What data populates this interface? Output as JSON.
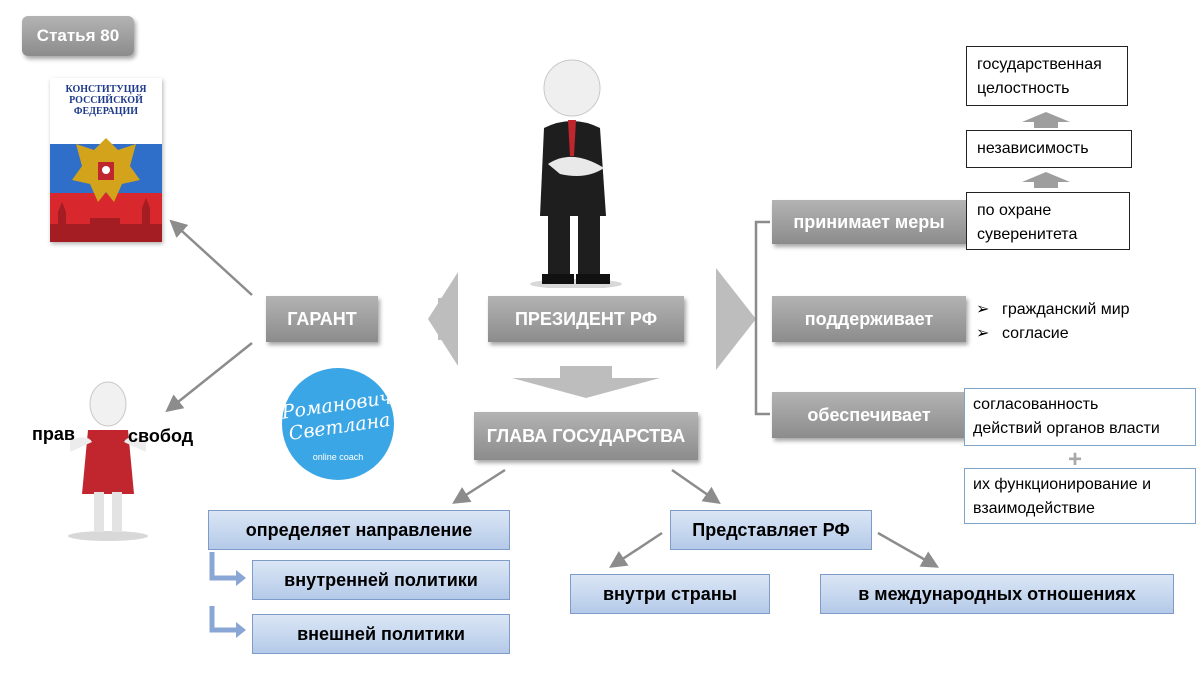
{
  "article_badge": "Статья 80",
  "constitution": {
    "line1": "КОНСТИТУЦИЯ",
    "line2": "РОССИЙСКОЙ",
    "line3": "ФЕДЕРАЦИИ"
  },
  "center": {
    "president": "ПРЕЗИДЕНТ РФ",
    "head_of_state": "ГЛАВА ГОСУДАРСТВА",
    "guarantor": "ГАРАНТ"
  },
  "rights": {
    "left": "прав",
    "right": "свобод"
  },
  "logo": {
    "line1": "Романович",
    "line2": "Светлана",
    "sub": "online coach"
  },
  "actions": {
    "takes_measures": "принимает меры",
    "supports": "поддерживает",
    "ensures": "обеспечивает"
  },
  "sovereignty_chain": {
    "top": [
      "государственная",
      "целостность"
    ],
    "middle": "независимость",
    "bottom": [
      "по охране",
      "суверенитета"
    ]
  },
  "supports_list": [
    "гражданский мир",
    "согласие"
  ],
  "ensures_boxes": {
    "coherence": [
      "согласованность",
      "действий органов власти"
    ],
    "plus": "+",
    "functioning": [
      "их функционирование и",
      "взаимодействие"
    ]
  },
  "policy": {
    "determines": "определяет направление",
    "domestic": "внутренней политики",
    "foreign": "внешней политики"
  },
  "represents": {
    "title": "Представляет РФ",
    "inside": "внутри страны",
    "international": "в международных отношениях"
  },
  "colors": {
    "gray": "#9e9e9e",
    "blue_fill": "#c5d6ee",
    "blue_border": "#7f9cc8",
    "arrow": "#8c8c8c",
    "logo_blue": "#3aa6e6"
  }
}
